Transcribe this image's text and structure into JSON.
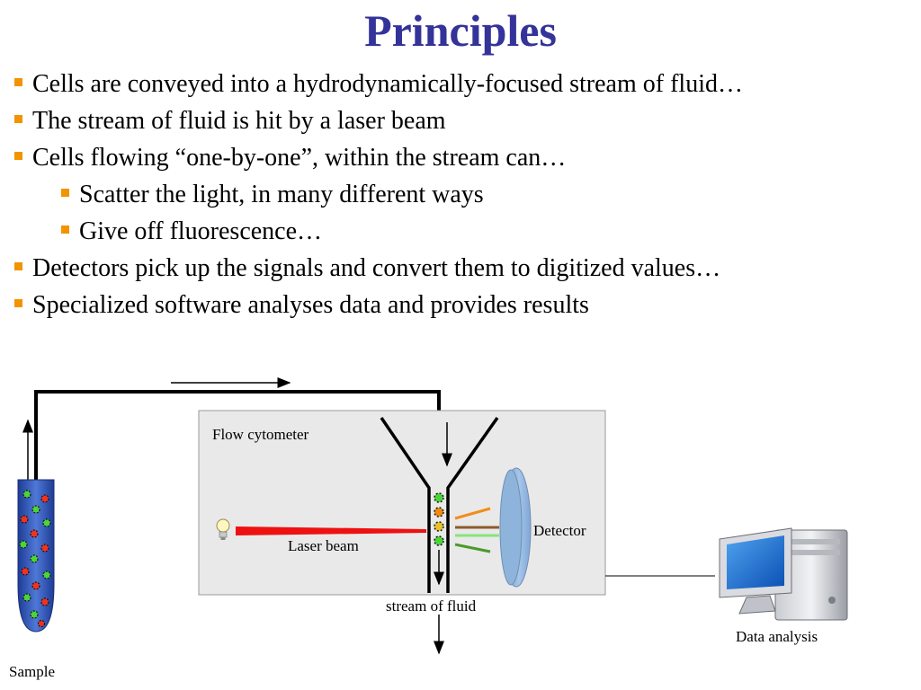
{
  "slide": {
    "title": "Principles",
    "bullets": [
      {
        "level": 1,
        "text": "Cells are conveyed into a hydrodynamically-focused stream of fluid…"
      },
      {
        "level": 1,
        "text": "The stream of fluid is hit by a laser beam"
      },
      {
        "level": 1,
        "text": "Cells flowing “one-by-one”, within the stream can…"
      },
      {
        "level": 2,
        "text": "Scatter the light, in many different ways"
      },
      {
        "level": 2,
        "text": "Give off fluorescence…"
      },
      {
        "level": 1,
        "text": "Detectors pick up the signals and convert them to digitized values…"
      },
      {
        "level": 1,
        "text": "Specialized software analyses data and provides results"
      }
    ]
  },
  "diagram": {
    "labels": {
      "flow_cytometer": "Flow cytometer",
      "laser_beam": "Laser beam",
      "detector": "Detector",
      "stream": "stream of fluid",
      "data_analysis": "Data analysis",
      "sample": "Sample"
    },
    "colors": {
      "title": "#333399",
      "bullet": "#f29400",
      "laser": "#ee1111",
      "box": "#e9e9e9",
      "detector": "#8fb4dc",
      "tube": "#2f54b8"
    },
    "icons": [
      "light-bulb-icon",
      "computer-icon"
    ]
  }
}
